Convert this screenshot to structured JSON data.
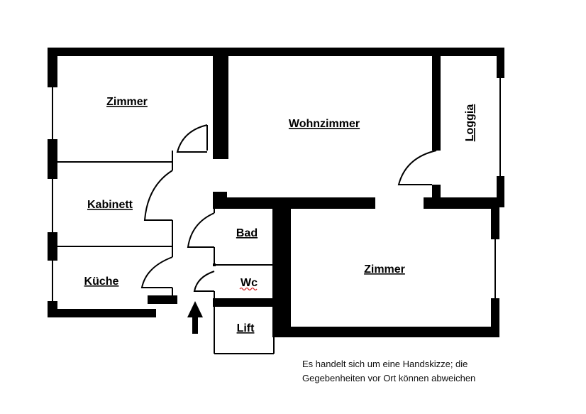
{
  "rooms": {
    "zimmer_top_left": "Zimmer",
    "wohnzimmer": "Wohnzimmer",
    "loggia": "Loggia",
    "kabinett": "Kabinett",
    "bad": "Bad",
    "kueche": "Küche",
    "wc": "Wc",
    "zimmer_bottom_right": "Zimmer",
    "lift": "Lift"
  },
  "note": {
    "line1": "Es handelt sich um eine Handskizze; die",
    "line2": "Gegebenheiten vor Ort können abweichen"
  },
  "colors": {
    "wall": "#000000",
    "background": "#ffffff",
    "spellcheck_underline": "#d02020"
  },
  "icons": {
    "entrance": "arrow-up-icon"
  }
}
